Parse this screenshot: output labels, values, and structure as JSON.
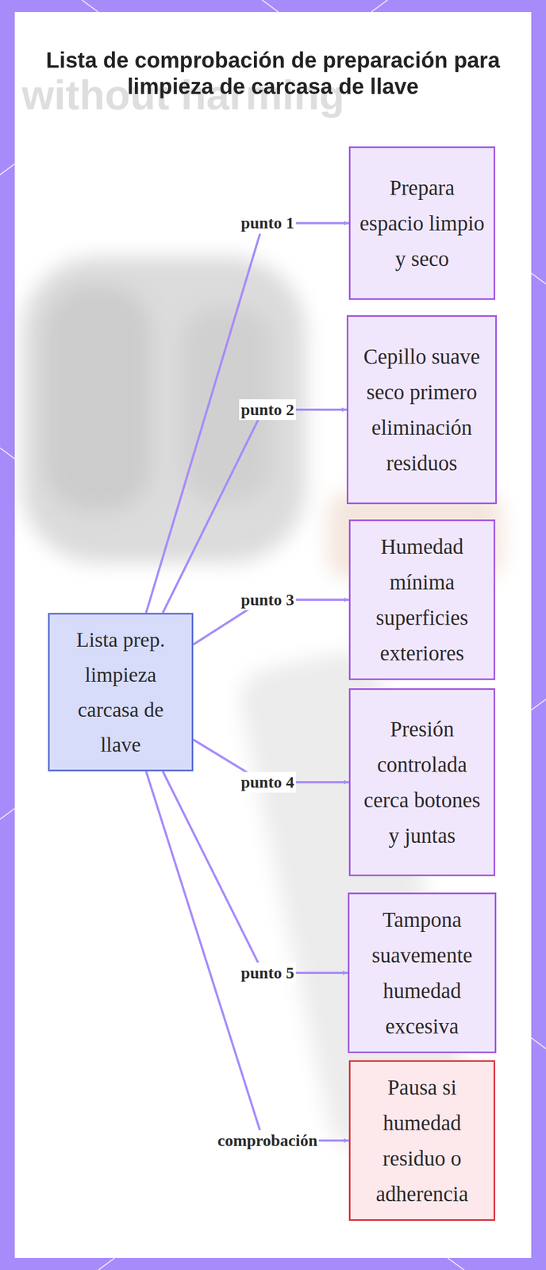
{
  "diagram": {
    "title": "Lista de comprobación de preparación para limpieza de carcasa de llave",
    "nodes": [
      {
        "text": [
          "Lista prep. limpieza carcasa de llave"
        ]
      },
      {
        "text": [
          "Prepara espacio limpio y seco"
        ]
      },
      {
        "text": [
          "Cepillo suave seco primero eliminación residuos"
        ]
      },
      {
        "text": [
          "Humedad mínima superficies exteriores"
        ]
      },
      {
        "text": [
          "Presión controlada cerca botones y juntas"
        ]
      },
      {
        "text": [
          "Tampona suavemente humedad excesiva"
        ]
      },
      {
        "text": [
          "Pausa si humedad residuo o adherencia"
        ]
      }
    ],
    "edges": [
      {
        "from": 0,
        "to": 1,
        "label": "punto 1",
        "arrow": "to"
      },
      {
        "from": 0,
        "to": 2,
        "label": "punto 2",
        "arrow": "to"
      },
      {
        "from": 0,
        "to": 3,
        "label": "punto 3",
        "arrow": "to"
      },
      {
        "from": 0,
        "to": 4,
        "label": "punto 4",
        "arrow": "to"
      },
      {
        "from": 0,
        "to": 5,
        "label": "punto 5",
        "arrow": "to"
      },
      {
        "from": 0,
        "to": 6,
        "label": "comprobación",
        "arrow": "to"
      }
    ],
    "labels": [
      "without harming"
    ]
  }
}
